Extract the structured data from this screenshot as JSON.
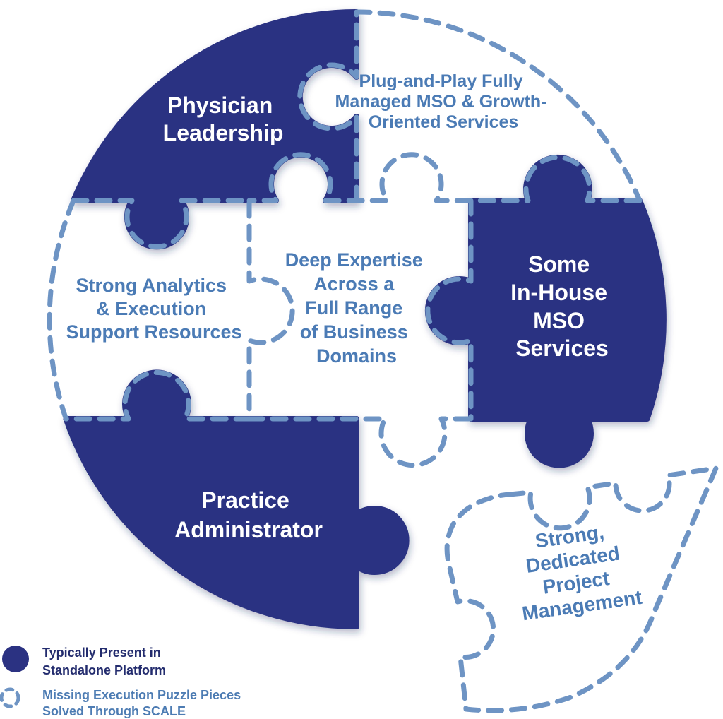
{
  "diagram_type": "puzzle-circle-infographic",
  "colors": {
    "navy_fill": "#2b3282",
    "dash_blue": "#6e94c4",
    "label_blue": "#4b7bb5",
    "label_white": "#ffffff",
    "legend_navy_text": "#232c6e",
    "legend_blue_text": "#4d7cb3",
    "background": "#ffffff"
  },
  "pieces": [
    {
      "id": "physician-leadership",
      "style": "solid-navy",
      "lines": [
        "Physician",
        "Leadership"
      ]
    },
    {
      "id": "plug-and-play",
      "style": "dashed-missing",
      "lines": [
        "Plug-and-Play Fully",
        "Managed MSO & Growth-",
        "Oriented Services"
      ]
    },
    {
      "id": "strong-analytics",
      "style": "dashed-missing",
      "lines": [
        "Strong Analytics",
        "& Execution",
        "Support Resources"
      ]
    },
    {
      "id": "deep-expertise",
      "style": "dashed-missing",
      "lines": [
        "Deep Expertise",
        "Across a",
        "Full Range",
        "of Business",
        "Domains"
      ]
    },
    {
      "id": "some-in-house-mso",
      "style": "solid-navy",
      "lines": [
        "Some",
        "In-House",
        "MSO",
        "Services"
      ]
    },
    {
      "id": "practice-administrator",
      "style": "solid-navy",
      "lines": [
        "Practice",
        "Administrator"
      ]
    },
    {
      "id": "project-management",
      "style": "dashed-displaced",
      "lines": [
        "Strong,",
        "Dedicated",
        "Project",
        "Management"
      ]
    }
  ],
  "legend": {
    "present": {
      "swatch": "solid-navy-circle",
      "lines": [
        "Typically Present in",
        "Standalone Platform"
      ]
    },
    "missing": {
      "swatch": "dashed-circle",
      "lines": [
        "Missing Execution Puzzle Pieces",
        "Solved Through SCALE"
      ]
    }
  }
}
